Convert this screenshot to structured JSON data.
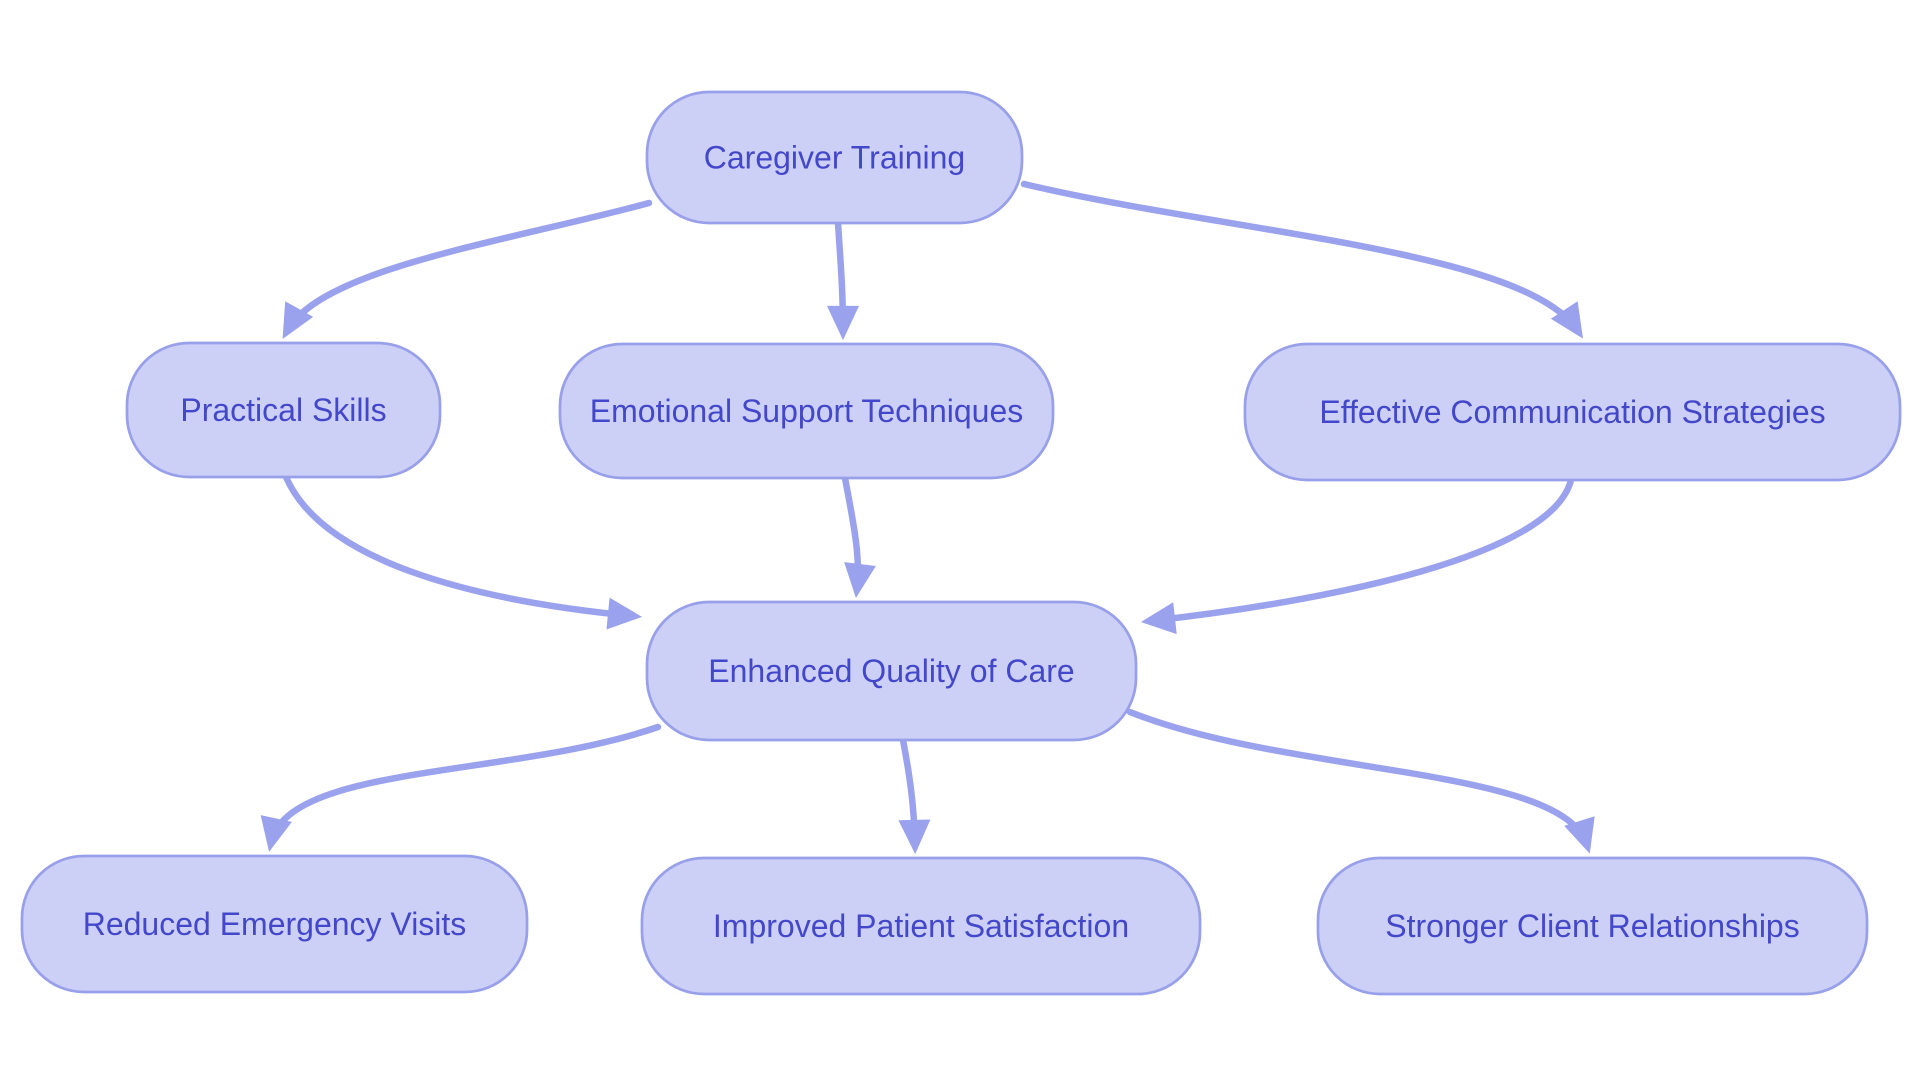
{
  "diagram_type": "flowchart",
  "colors": {
    "background": "#ffffff",
    "node_fill": "#cdd0f6",
    "node_border": "#99a0ea",
    "node_text": "#4347c9",
    "edge_color": "#9aa2ee"
  },
  "nodes": {
    "caregiver_training": {
      "label": "Caregiver Training"
    },
    "practical_skills": {
      "label": "Practical Skills"
    },
    "emotional_support": {
      "label": "Emotional Support Techniques"
    },
    "effective_communication": {
      "label": "Effective Communication Strategies"
    },
    "enhanced_quality": {
      "label": "Enhanced Quality of Care"
    },
    "reduced_emergency": {
      "label": "Reduced Emergency Visits"
    },
    "improved_patient": {
      "label": "Improved Patient Satisfaction"
    },
    "stronger_client": {
      "label": "Stronger Client Relationships"
    }
  },
  "edges": [
    {
      "from": "caregiver_training",
      "to": "practical_skills"
    },
    {
      "from": "caregiver_training",
      "to": "emotional_support"
    },
    {
      "from": "caregiver_training",
      "to": "effective_communication"
    },
    {
      "from": "practical_skills",
      "to": "enhanced_quality"
    },
    {
      "from": "emotional_support",
      "to": "enhanced_quality"
    },
    {
      "from": "effective_communication",
      "to": "enhanced_quality"
    },
    {
      "from": "enhanced_quality",
      "to": "reduced_emergency"
    },
    {
      "from": "enhanced_quality",
      "to": "improved_patient"
    },
    {
      "from": "enhanced_quality",
      "to": "stronger_client"
    }
  ]
}
